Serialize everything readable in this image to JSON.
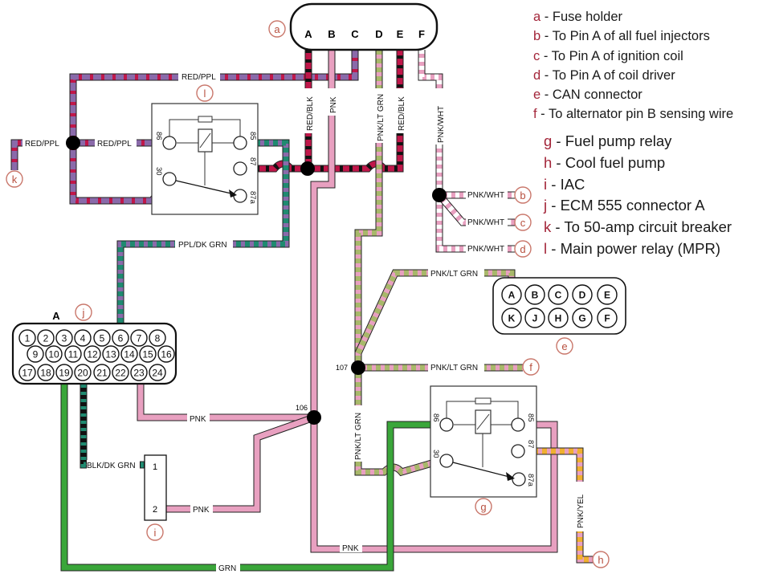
{
  "title": "Main power relay and fuel pump relay wiring diagram",
  "legend": [
    {
      "key": "a",
      "sep": " - ",
      "text": "Fuse holder"
    },
    {
      "key": "b",
      "sep": " - ",
      "text": "To Pin A of all fuel injectors"
    },
    {
      "key": "c",
      "sep": " - ",
      "text": "To Pin A of ignition coil"
    },
    {
      "key": "d",
      "sep": " - ",
      "text": "To Pin A of coil driver"
    },
    {
      "key": "e",
      "sep": " - ",
      "text": "CAN connector"
    },
    {
      "key": "f",
      "sep": " -  ",
      "text": "To alternator pin B sensing wire"
    },
    {
      "key": "g",
      "sep": " - ",
      "text": "Fuel pump relay"
    },
    {
      "key": "h",
      "sep": " - ",
      "text": "Cool fuel pump"
    },
    {
      "key": "i",
      "sep": " -  ",
      "text": "IAC"
    },
    {
      "key": "j",
      "sep": " -  ",
      "text": "ECM 555 connector A"
    },
    {
      "key": "k",
      "sep": " - ",
      "text": "To 50-amp circuit breaker"
    },
    {
      "key": "l",
      "sep": " -  ",
      "text": "Main power relay (MPR)"
    }
  ],
  "callouts": {
    "a": "a",
    "b": "b",
    "c": "c",
    "d": "d",
    "e": "e",
    "f": "f",
    "g": "g",
    "h": "h",
    "i": "i",
    "j": "j",
    "k": "k",
    "l": "l"
  },
  "fuse_holder": {
    "pins": [
      "A",
      "B",
      "C",
      "D",
      "E",
      "F"
    ]
  },
  "wire_labels": {
    "red_ppl_top": "RED/PPL",
    "red_ppl_left": "RED/PPL",
    "red_ppl_mid": "RED/PPL",
    "red_blk_a": "RED/BLK",
    "pnk_b": "PNK",
    "pnk_lt_grn_d": "PNK/LT GRN",
    "red_blk_e": "RED/BLK",
    "pnk_wht_f": "PNK/WHT",
    "pnk_wht_b": "PNK/WHT",
    "pnk_wht_c": "PNK/WHT",
    "pnk_wht_d": "PNK/WHT",
    "ppl_dk_grn": "PPL/DK GRN",
    "pnk_lt_grn_can": "PNK/LT GRN",
    "pnk_lt_grn_alt": "PNK/LT GRN",
    "pnk_lt_grn_vert": "PNK/LT GRN",
    "pnk_23": "PNK",
    "pnk_iac": "PNK",
    "pnk_bottom": "PNK",
    "blk_dk_grn": "BLK/DK GRN",
    "grn": "GRN",
    "pnk_yel": "PNK/YEL"
  },
  "splices": {
    "s106": "106",
    "s107": "107"
  },
  "mpr_relay": {
    "pins": {
      "p86": "86",
      "p85": "85",
      "p87": "87",
      "p30": "30",
      "p87a": "87a"
    }
  },
  "fuel_pump_relay": {
    "pins": {
      "p86": "86",
      "p85": "85",
      "p87": "87",
      "p30": "30",
      "p87a": "87a"
    }
  },
  "ecm_connector": {
    "label": "A",
    "rows": [
      [
        "1",
        "2",
        "3",
        "4",
        "5",
        "6",
        "7",
        "8"
      ],
      [
        "9",
        "10",
        "11",
        "12",
        "13",
        "14",
        "15",
        "16"
      ],
      [
        "17",
        "18",
        "19",
        "20",
        "21",
        "22",
        "23",
        "24"
      ]
    ]
  },
  "can_connector": {
    "rows": [
      [
        "A",
        "B",
        "C",
        "D",
        "E"
      ],
      [
        "K",
        "J",
        "H",
        "G",
        "F"
      ]
    ]
  },
  "iac": {
    "pins": [
      "1",
      "2"
    ]
  },
  "colors": {
    "red": "#c0174a",
    "pink": "#e8a0c0",
    "purple": "#8a6aaa",
    "ltgreen": "#a8b86a",
    "green": "#3aa63a",
    "dkgreen": "#1f8a70",
    "yellow": "#f0b030",
    "black": "#111111",
    "callout": "#b8503f"
  }
}
